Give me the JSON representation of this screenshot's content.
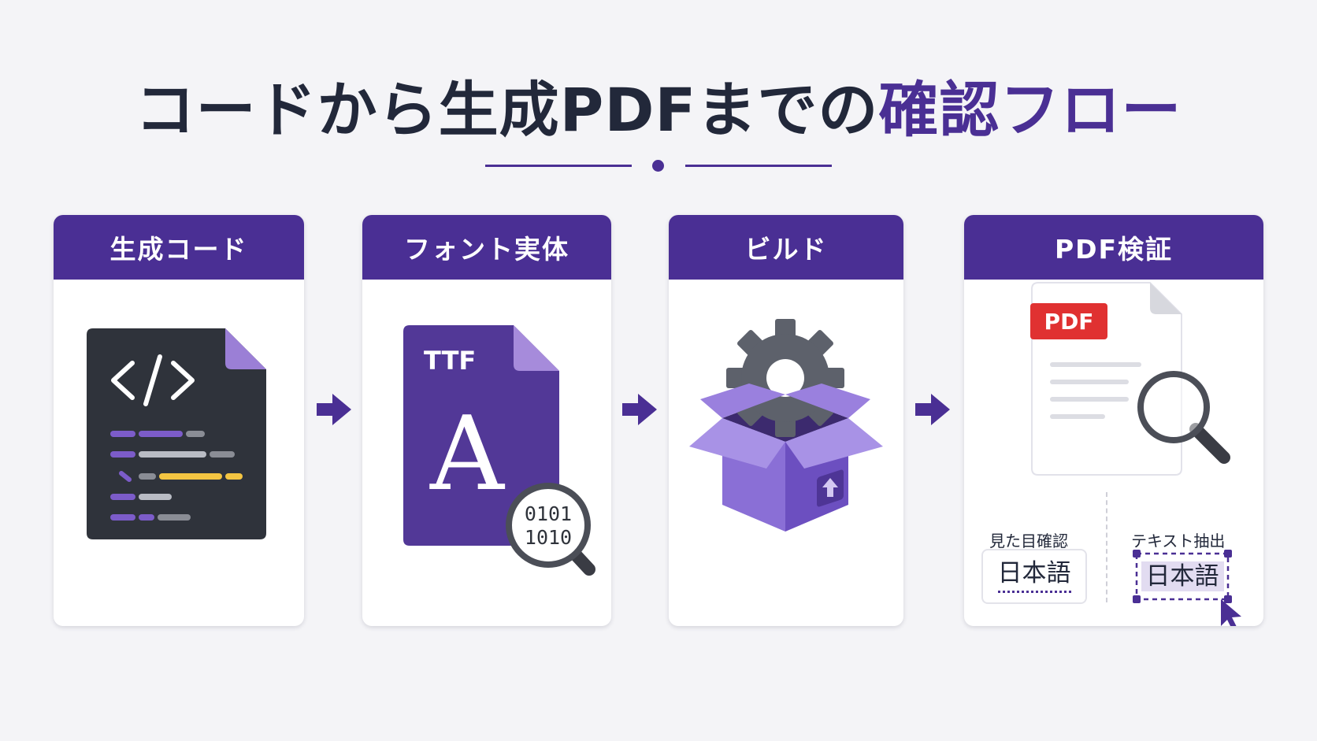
{
  "title": {
    "main": "コードから生成PDFまでの",
    "accent": "確認フロー"
  },
  "colors": {
    "accent": "#4a2f94",
    "dark_doc": "#2f333b",
    "pdf_badge": "#e03131",
    "highlight_yellow": "#f4c542",
    "light_purple": "#9b7fd6"
  },
  "steps": [
    {
      "id": "generated-code",
      "label": "生成コード",
      "icon": "code-file-icon"
    },
    {
      "id": "font-entity",
      "label": "フォント実体",
      "icon": "font-file-icon"
    },
    {
      "id": "build",
      "label": "ビルド",
      "icon": "gear-box-icon"
    },
    {
      "id": "pdf-verify",
      "label": "PDF検証",
      "icon": "pdf-magnifier-icon"
    }
  ],
  "font_file": {
    "ext": "TTF",
    "glyph": "A",
    "binary_line1": "0101",
    "binary_line2": "1010"
  },
  "pdf": {
    "badge": "PDF",
    "visual_check_label": "見た目確認",
    "text_extract_label": "テキスト抽出",
    "sample_text_visual": "日本語",
    "sample_text_extract": "日本語"
  }
}
